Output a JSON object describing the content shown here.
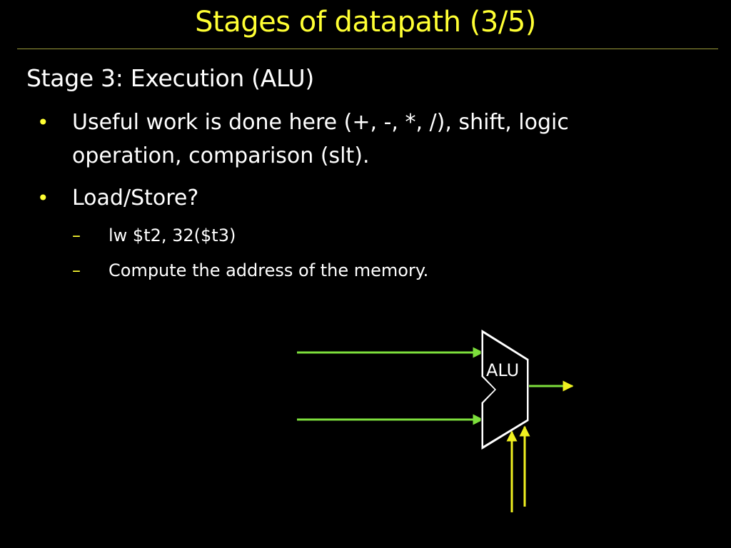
{
  "slide": {
    "title": "Stages of datapath (3/5)",
    "heading": "Stage 3: Execution (ALU)"
  },
  "bullets": [
    {
      "marker": "•",
      "text": "Useful work is done here (+, -, *, /), shift, logic operation, comparison (slt)."
    },
    {
      "marker": "•",
      "text": "Load/Store?",
      "sub": [
        {
          "marker": "–",
          "text": "lw $t2, 32($t3)"
        },
        {
          "marker": "–",
          "text": "Compute the address of the memory."
        }
      ]
    }
  ],
  "diagram": {
    "alu_label": "ALU",
    "input_arrow_color": "#7ddf3c",
    "output_arrow_color": "#7ddf3c",
    "control_line_color": "#f0f020",
    "alu_fill": "#ffffff",
    "alu_stroke": "#000000"
  },
  "colors": {
    "background": "#000000",
    "title": "#ffff33",
    "text": "#ffffff",
    "bullet_marker": "#ffff33"
  }
}
